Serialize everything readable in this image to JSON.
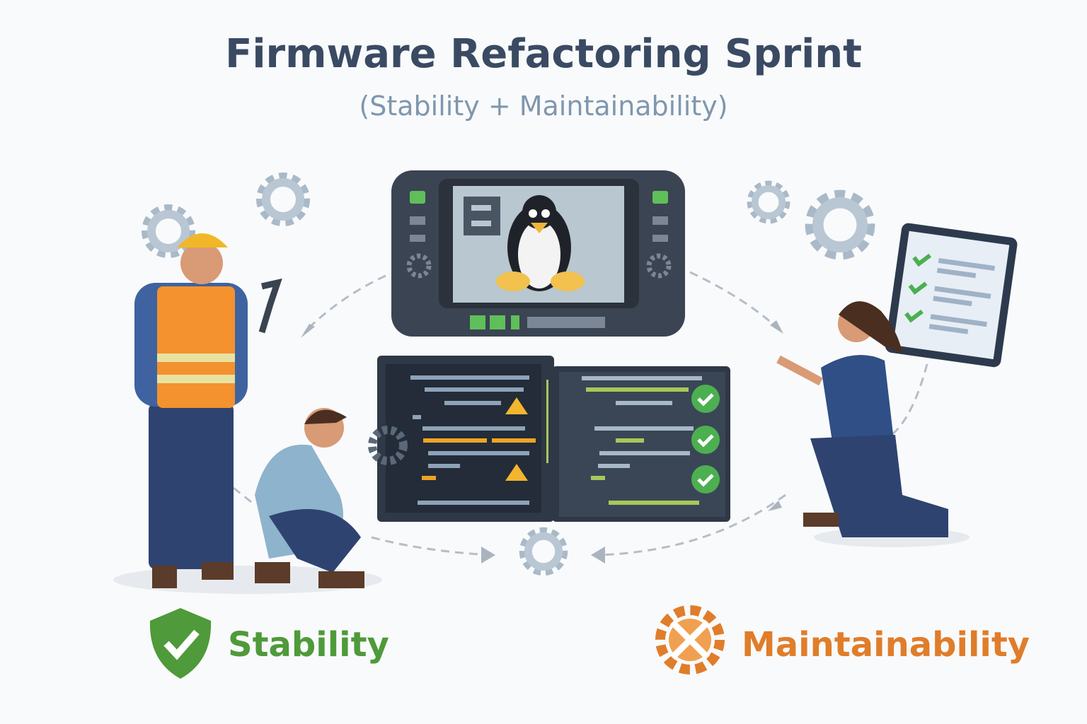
{
  "title": "Firmware Refactoring Sprint",
  "subtitle": "(Stability + Maintainability)",
  "labels": {
    "stability": "Stability",
    "maintainability": "Maintainability"
  },
  "colors": {
    "title": "#3a4a63",
    "subtitle": "#7f97ad",
    "stability": "#4f9a3a",
    "maintainability": "#e07d2a",
    "device": "#3b4452",
    "screen": "#b8c7d0"
  },
  "icons": [
    "gear-icon",
    "penguin-icon",
    "shield-check-icon",
    "wrench-gear-icon",
    "checklist-icon",
    "warning-icon",
    "check-circle-icon"
  ]
}
